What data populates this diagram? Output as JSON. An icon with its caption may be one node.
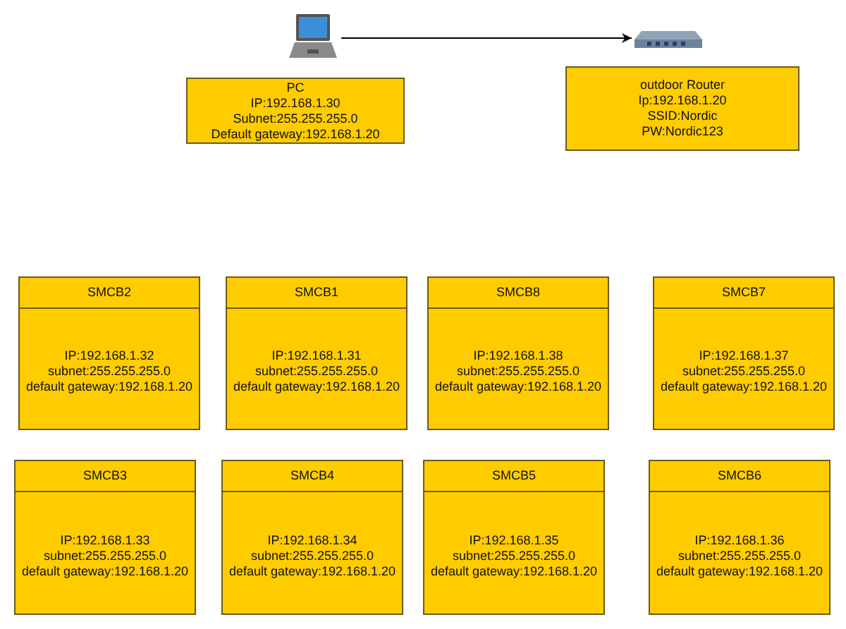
{
  "diagram": {
    "nodes": [
      {
        "text": [],
        "shape": "picture"
      },
      {
        "text": [],
        "shape": "picture"
      },
      {
        "text": [
          "PC",
          "IP:192.168.1.30",
          "Subnet:255.255.255.0",
          "Default gateway:192.168.1.20"
        ]
      },
      {
        "text": [
          "outdoor Router",
          "Ip:192.168.1.20",
          "SSID:Nordic",
          "PW:Nordic123"
        ]
      },
      {
        "text": [
          "SMCB2",
          "IP:192.168.1.32",
          "subnet:255.255.255.0",
          "default gateway:192.168.1.20"
        ]
      },
      {
        "text": [
          "SMCB1",
          "IP:192.168.1.31",
          "subnet:255.255.255.0",
          "default gateway:192.168.1.20"
        ]
      },
      {
        "text": [
          "SMCB8",
          "IP:192.168.1.38",
          "subnet:255.255.255.0",
          "default gateway:192.168.1.20"
        ]
      },
      {
        "text": [
          "SMCB7",
          "IP:192.168.1.37",
          "subnet:255.255.255.0",
          "default gateway:192.168.1.20"
        ]
      },
      {
        "text": [
          "SMCB3",
          "IP:192.168.1.33",
          "subnet:255.255.255.0",
          "default gateway:192.168.1.20"
        ]
      },
      {
        "text": [
          "SMCB4",
          "IP:192.168.1.34",
          "subnet:255.255.255.0",
          "default gateway:192.168.1.20"
        ]
      },
      {
        "text": [
          "SMCB5",
          "IP:192.168.1.35",
          "subnet:255.255.255.0",
          "default gateway:192.168.1.20"
        ]
      },
      {
        "text": [
          "SMCB6",
          "IP:192.168.1.36",
          "subnet:255.255.255.0",
          "default gateway:192.168.1.20"
        ]
      }
    ],
    "edges": [
      {
        "from": 0,
        "to": 1,
        "arrow": "to"
      }
    ]
  }
}
